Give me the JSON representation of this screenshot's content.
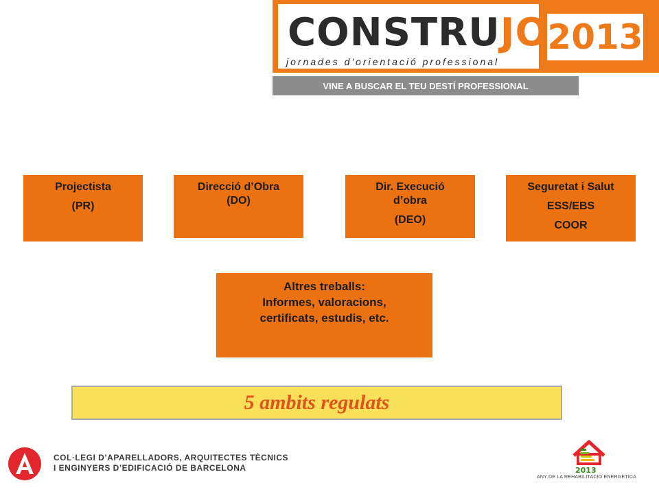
{
  "header": {
    "brand_part1": "CONSTRU",
    "brand_part2": "JOVE",
    "year": "2013",
    "tagline": "jornades d'orientació professional",
    "slogan": "VINE A BUSCAR EL TEU DESTÍ PROFESSIONAL"
  },
  "roles": {
    "projectista": {
      "line1": "Projectista",
      "line2": "(PR)"
    },
    "direccio_obra": {
      "line1": "Direcció d’Obra",
      "line2": "(DO)"
    },
    "direccio_execucio": {
      "line1": "Dir. Execució",
      "line2": "d’obra",
      "line3": "(DEO)"
    },
    "seguretat": {
      "line1": "Seguretat i Salut",
      "line2": "ESS/EBS",
      "line3": "COOR"
    },
    "altres": {
      "line1": "Altres treballs:",
      "line2": "Informes, valoracions,",
      "line3": "certificats, estudis, etc."
    }
  },
  "banner": {
    "text": "5 ambits regulats"
  },
  "footer": {
    "college_line1": "COL·LEGI D’APARELLADORS, ARQUITECTES TÈCNICS",
    "college_line2": "I ENGINYERS D’EDIFICACIÓ DE BARCELONA",
    "year_small": "2013",
    "rehab_text": "ANY DE LA REHABILITACIÓ ENERGÈTICA"
  },
  "colors": {
    "orange": "#ec7211",
    "banner_yellow": "#f8e05a",
    "banner_text": "#e0541b",
    "slogan_gray": "#8c8c8c"
  },
  "icons": {
    "coaatb_logo": "coaatb-logo-icon",
    "house_logo": "energy-house-icon"
  }
}
